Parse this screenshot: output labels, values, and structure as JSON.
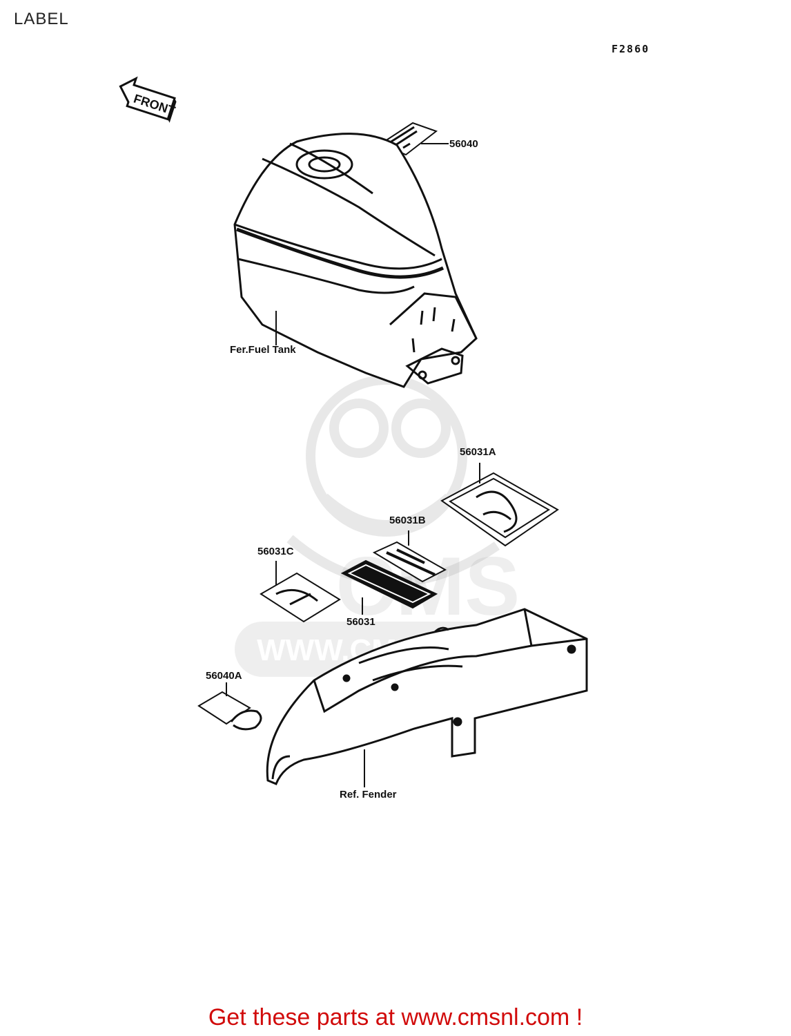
{
  "header": {
    "title": "LABEL",
    "diagram_code": "F2860"
  },
  "front_arrow": {
    "label": "FRONT"
  },
  "callouts": [
    {
      "id": "56040",
      "label": "56040"
    },
    {
      "id": "fuel-tank",
      "label": "Fer.Fuel Tank"
    },
    {
      "id": "56031A",
      "label": "56031A"
    },
    {
      "id": "56031B",
      "label": "56031B"
    },
    {
      "id": "56031C",
      "label": "56031C"
    },
    {
      "id": "56031",
      "label": "56031"
    },
    {
      "id": "56040A",
      "label": "56040A"
    },
    {
      "id": "fender",
      "label": "Ref. Fender"
    }
  ],
  "watermark": {
    "text": "WWW.CMSNL.COM",
    "logo": "CMS",
    "icon": "mascot-watermark-icon"
  },
  "footer": {
    "cta": "Get these parts at www.cmsnl.com !"
  },
  "colors": {
    "cta": "#d10a0a",
    "line": "#111111",
    "watermark": "#9a9a9a"
  }
}
